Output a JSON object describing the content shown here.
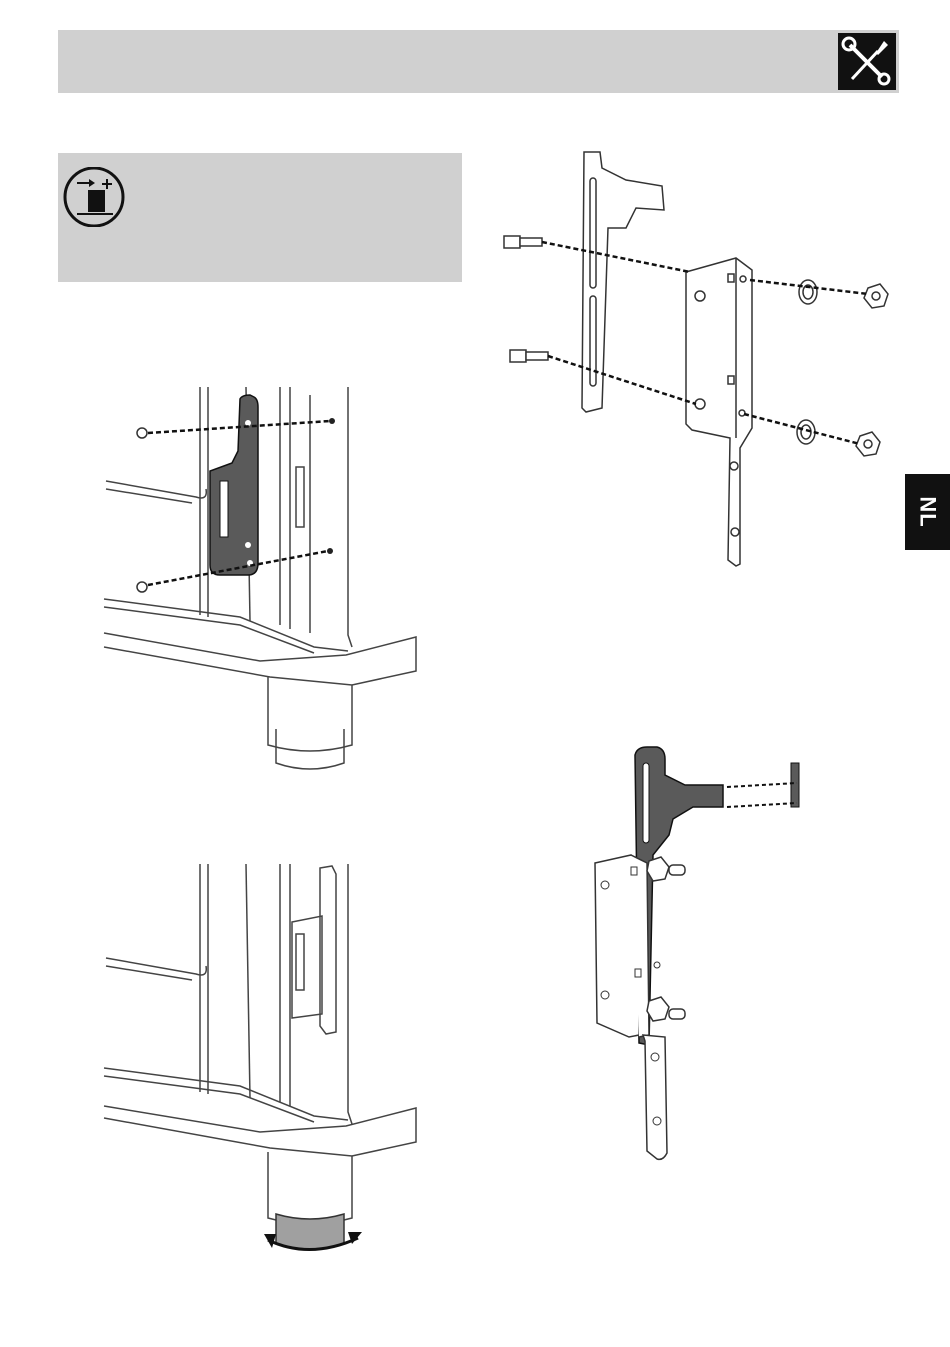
{
  "header": {
    "icon": "tools-wrench-screwdriver-icon"
  },
  "notice": {
    "icon": "installation-safety-icon"
  },
  "side_tab": {
    "label": "NL"
  },
  "figures": [
    {
      "id": "bracket-exploded",
      "icon": "bracket-bolts-washers-nuts-drawing"
    },
    {
      "id": "oven-bracket-mount",
      "icon": "oven-corner-bracket-screws-drawing"
    },
    {
      "id": "oven-foot-adjust",
      "icon": "oven-corner-adjustable-foot-drawing"
    },
    {
      "id": "bracket-assembled",
      "icon": "bracket-assembled-wall-plug-drawing"
    }
  ]
}
